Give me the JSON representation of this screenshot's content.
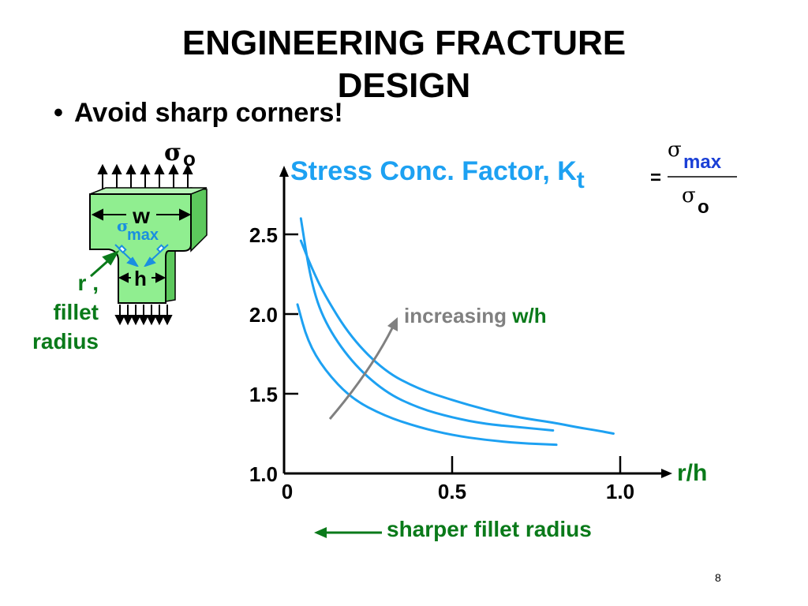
{
  "slide": {
    "title_line1": "ENGINEERING FRACTURE",
    "title_line2": "DESIGN",
    "bullet_text": "Avoid sharp corners!",
    "page_number": "8"
  },
  "specimen": {
    "applied_stress_symbol": "σ",
    "applied_stress_sub": "o",
    "width_label": "w",
    "height_label": "h",
    "max_stress_symbol": "σ",
    "max_stress_sub": "max",
    "fillet_label_line1": "r ,",
    "fillet_label_line2": "fillet",
    "fillet_label_line3": "radius",
    "colors": {
      "body": "#90ee90",
      "dimension": "#1a8fe0",
      "label": "#0a7a1a"
    }
  },
  "formula": {
    "label": "Stress Conc. Factor, K",
    "label_sub": "t",
    "equals": "=",
    "numerator_symbol": "σ",
    "numerator_sub": "max",
    "denominator_symbol": "σ",
    "denominator_sub": "o"
  },
  "chart_data": {
    "type": "line",
    "xlabel": "r/h",
    "ylabel": "",
    "xlim": [
      0,
      1.0
    ],
    "ylim": [
      1.0,
      2.5
    ],
    "x_ticks": [
      {
        "value": 0,
        "label": "0"
      },
      {
        "value": 0.5,
        "label": "0.5"
      },
      {
        "value": 1.0,
        "label": "1.0"
      }
    ],
    "y_ticks": [
      {
        "value": 1.0,
        "label": "1.0"
      },
      {
        "value": 1.5,
        "label": "1.5"
      },
      {
        "value": 2.0,
        "label": "2.0"
      },
      {
        "value": 2.5,
        "label": "2.5"
      }
    ],
    "series": [
      {
        "x": [
          0.05,
          0.08,
          0.12,
          0.2,
          0.3,
          0.4,
          0.5,
          0.6,
          0.7,
          0.8,
          0.87,
          0.93,
          0.98
        ],
        "y": [
          2.46,
          2.3,
          2.12,
          1.85,
          1.64,
          1.53,
          1.46,
          1.4,
          1.35,
          1.32,
          1.29,
          1.27,
          1.25
        ]
      },
      {
        "x": [
          0.05,
          0.08,
          0.12,
          0.2,
          0.3,
          0.4,
          0.5,
          0.6,
          0.7,
          0.8
        ],
        "y": [
          2.6,
          2.2,
          1.95,
          1.7,
          1.51,
          1.41,
          1.35,
          1.31,
          1.29,
          1.27
        ]
      },
      {
        "x": [
          0.04,
          0.07,
          0.12,
          0.2,
          0.3,
          0.4,
          0.5,
          0.6,
          0.7,
          0.81
        ],
        "y": [
          2.06,
          1.83,
          1.65,
          1.47,
          1.36,
          1.29,
          1.24,
          1.21,
          1.19,
          1.18
        ]
      }
    ],
    "annotations": [
      {
        "text": "increasing",
        "highlight": "w/h"
      },
      {
        "text": "sharper fillet radius"
      }
    ],
    "colors": {
      "curve": "#1da1f2",
      "axis": "#000000",
      "annotation": "#808080",
      "highlight": "#0a7a1a",
      "sharper_arrow": "#0a7a1a"
    }
  }
}
